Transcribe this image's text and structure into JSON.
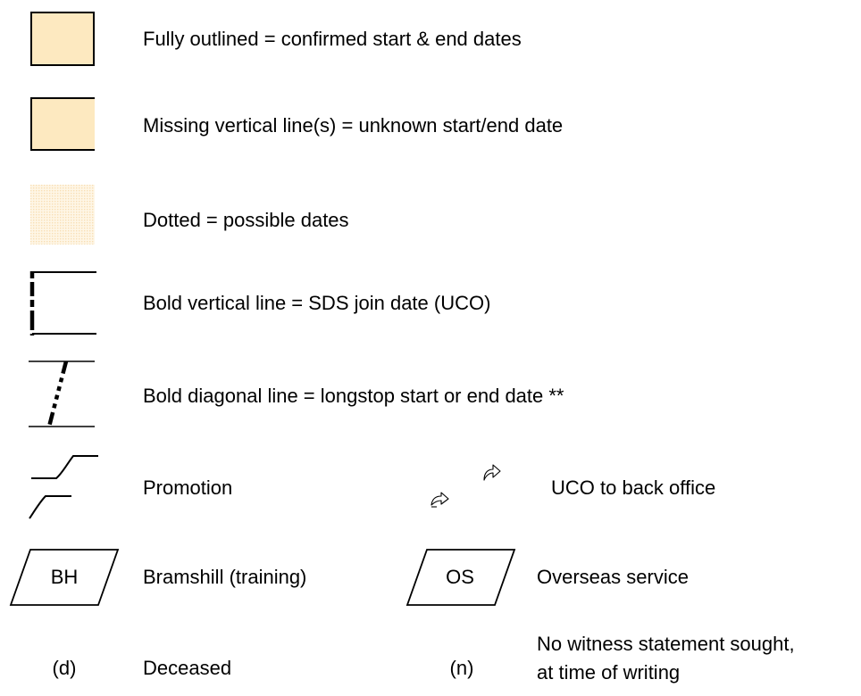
{
  "legend": {
    "fully_outlined": "Fully outlined = confirmed start & end dates",
    "missing_vertical": "Missing vertical line(s) = unknown start/end date",
    "dotted": "Dotted = possible dates",
    "bold_vertical": "Bold vertical line = SDS join date (UCO)",
    "bold_diagonal": "Bold diagonal line = longstop start or end date **",
    "promotion": "Promotion",
    "uco_back_office": "UCO to back office",
    "bramshill": "Bramshill (training)",
    "overseas": "Overseas service",
    "deceased": "Deceased",
    "no_statement_line1": "No witness statement sought,",
    "no_statement_line2": "at time of writing"
  },
  "symbols": {
    "bh_label": "BH",
    "os_label": "OS",
    "d_label": "(d)",
    "n_label": "(n)"
  },
  "colors": {
    "box_fill": "#fde9c0",
    "box_fill_light": "#fef4e2",
    "stroke": "#000000"
  },
  "icons": {
    "uco_back_office": [
      "curved-arrow-icon",
      "curved-arrow-icon"
    ]
  }
}
